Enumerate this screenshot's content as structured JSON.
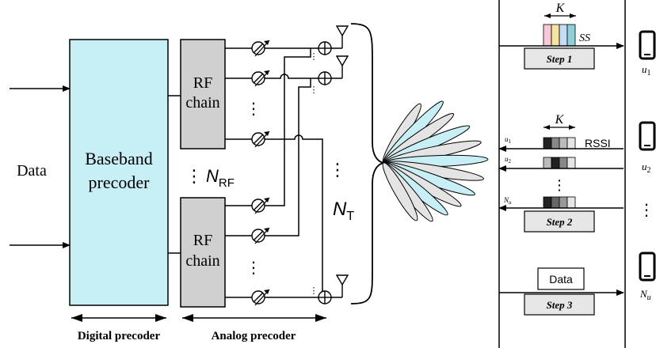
{
  "left": {
    "data_label": "Data",
    "baseband_line1": "Baseband",
    "baseband_line2": "precoder",
    "rf_line1": "RF",
    "rf_line2": "chain",
    "n_rf_base": "N",
    "n_rf_sub": "RF",
    "n_t_base": "N",
    "n_t_sub": "T",
    "digital_caption": "Digital precoder",
    "analog_caption": "Analog precoder",
    "vdots": "⋮",
    "colors": {
      "baseband_fill": "#c8eef6",
      "rf_fill": "#d0d0d0",
      "beam_blue": "#c8eef6",
      "beam_gray": "#e4e4e4"
    }
  },
  "right": {
    "k_label": "K",
    "ss_label": "SS",
    "step1": "Step 1",
    "step2": "Step 2",
    "step3": "Step 3",
    "rssi_label": "RSSI",
    "u1": "u",
    "u1_sub": "1",
    "u2": "u",
    "u2_sub": "2",
    "nu": "N",
    "nu_sub": "u",
    "data_box": "Data",
    "vdots": "⋮",
    "ss_colors": [
      "#f6c8d8",
      "#f4e4a0",
      "#c6dcf2",
      "#8fd0d8"
    ]
  }
}
